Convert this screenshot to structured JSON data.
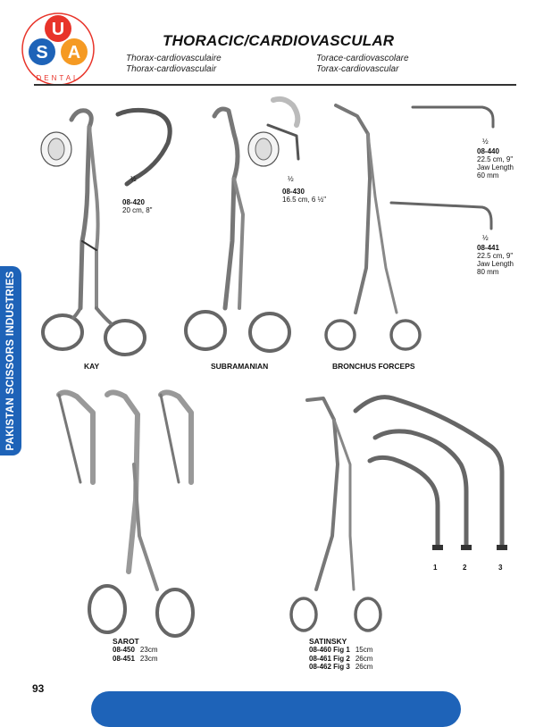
{
  "brand": {
    "logo_letters": [
      "U",
      "S",
      "A"
    ],
    "logo_ring_text": "DENTAL",
    "colors": {
      "blue": "#1e63b8",
      "red": "#e8342a",
      "orange": "#f59a23"
    }
  },
  "header": {
    "title": "THORACIC/CARDIOVASCULAR",
    "subtitles": {
      "fr": "Thorax-cardiovasculaire",
      "nl": "Thorax-cardiovasculair",
      "it": "Torace-cardiovascolare",
      "es": "Torax-cardiovascular"
    }
  },
  "sidebar": {
    "text": "PAKISTAN SCISSORS INDUSTRIES"
  },
  "instruments": {
    "kay": {
      "name": "KAY",
      "scale": "½",
      "code": "08-420",
      "size": "20 cm, 8\""
    },
    "subramanian": {
      "name": "SUBRAMANIAN",
      "scale": "½",
      "code": "08-430",
      "size": "16.5 cm, 6 ½\""
    },
    "bronchus": {
      "name": "BRONCHUS FORCEPS",
      "variants": [
        {
          "scale": "½",
          "code": "08-440",
          "size": "22.5 cm, 9\"",
          "jaw1": "Jaw Length",
          "jaw2": "60 mm"
        },
        {
          "scale": "½",
          "code": "08-441",
          "size": "22.5 cm, 9\"",
          "jaw1": "Jaw Length",
          "jaw2": "80 mm"
        }
      ]
    },
    "sarot": {
      "name": "SAROT",
      "rows": [
        {
          "code": "08-450",
          "size": "23cm"
        },
        {
          "code": "08-451",
          "size": "23cm"
        }
      ]
    },
    "satinsky": {
      "name": "SATINSKY",
      "rows": [
        {
          "code": "08-460 Fig 1",
          "size": "15cm"
        },
        {
          "code": "08-461 Fig 2",
          "size": "26cm"
        },
        {
          "code": "08-462 Fig 3",
          "size": "26cm"
        }
      ],
      "fig_labels": [
        "1",
        "2",
        "3"
      ]
    }
  },
  "footer": {
    "page_number": "93"
  }
}
